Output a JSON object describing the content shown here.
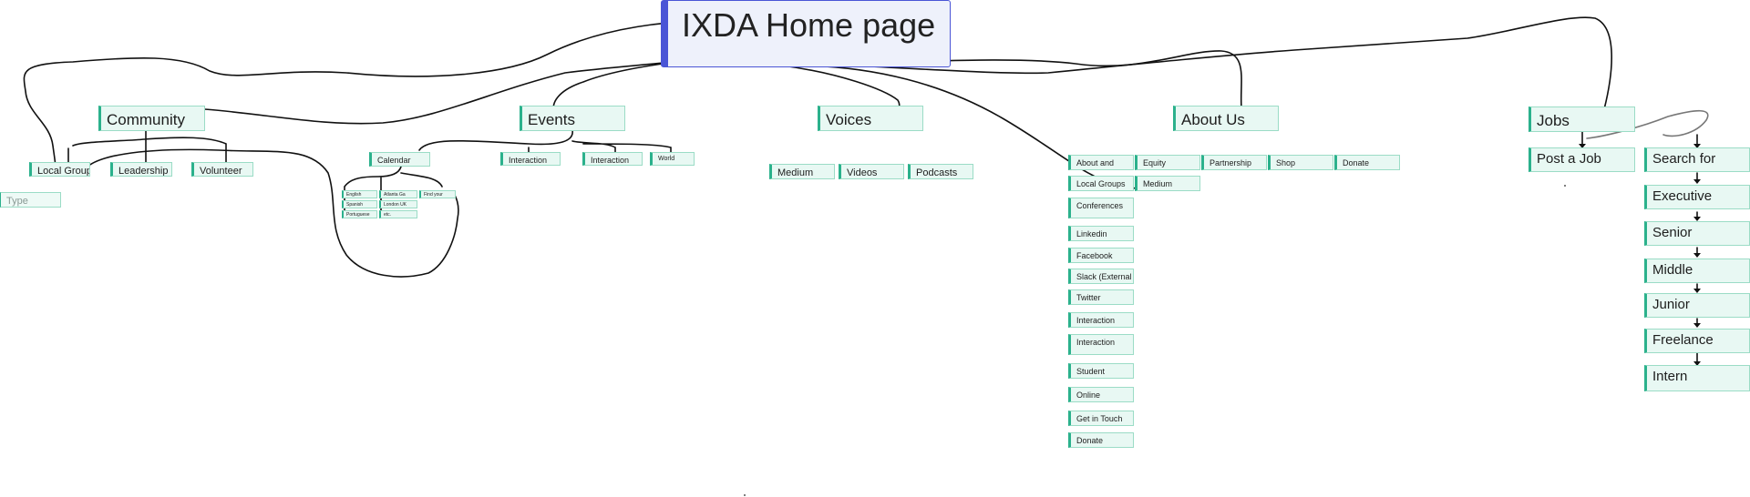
{
  "root": {
    "title": "IXDA Home page"
  },
  "sections": {
    "community": "Community",
    "events": "Events",
    "voices": "Voices",
    "about": "About Us",
    "jobs": "Jobs"
  },
  "community_children": {
    "local_groups": "Local Groups",
    "leadership": "Leadership",
    "volunteer": "Volunteer",
    "type_placeholder": "Type"
  },
  "events_children": {
    "calendar": "Calendar",
    "interaction_1": "Interaction",
    "interaction_2": "Interaction",
    "world": "World"
  },
  "calendar_children": {
    "english": "English",
    "spanish": "Spanish",
    "portuguese": "Portuguese",
    "atlanta": "Atlanta Ga",
    "london": "London UK",
    "etc": "etc.",
    "find_your": "Find your"
  },
  "voices_children": {
    "medium": "Medium",
    "videos": "Videos",
    "podcasts": "Podcasts"
  },
  "about_row": {
    "about_and": "About and",
    "equity": "Equity",
    "partnership": "Partnership",
    "shop": "Shop",
    "donate": "Donate"
  },
  "about_column": {
    "local_groups": "Local Groups",
    "medium": "Medium",
    "conferences": "Conferences",
    "linkedin": "Linkedin",
    "facebook": "Facebook",
    "slack": "Slack (External",
    "twitter": "Twitter",
    "interaction_1": "Interaction",
    "interaction_2": "Interaction",
    "student": "Student",
    "online": "Online",
    "get_in_touch": "Get in Touch",
    "donate": "Donate"
  },
  "jobs_children": {
    "post_a_job": "Post a Job",
    "search_for": "Search for",
    "executive": "Executive",
    "senior": "Senior",
    "middle": "Middle",
    "junior": "Junior",
    "freelance": "Freelance",
    "intern": "Intern"
  },
  "colors": {
    "card_fill": "#e8f8f3",
    "card_accent": "#2bb18c",
    "root_fill": "#eef1fb",
    "root_accent": "#4a55d6",
    "line": "#111111"
  }
}
